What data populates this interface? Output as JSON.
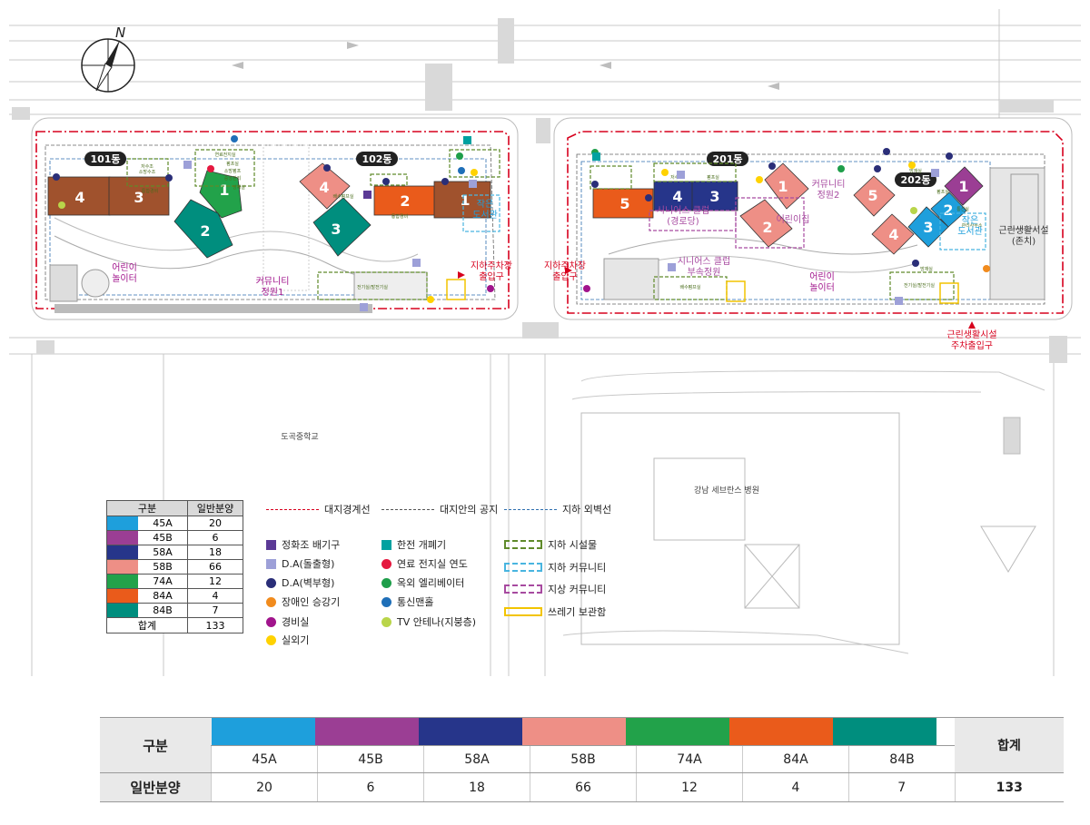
{
  "map": {
    "buildings": {
      "b101": "101동",
      "b102": "102동",
      "b201": "201동",
      "b202": "202동"
    },
    "unit_numbers": [
      "4",
      "3",
      "1",
      "2",
      "4",
      "3",
      "2",
      "1",
      "5",
      "4",
      "3",
      "1",
      "2",
      "5",
      "1",
      "2",
      "3",
      "4"
    ],
    "labels": {
      "playground1": "어린이\n놀이터",
      "community_garden1": "커뮤니티\n정원1",
      "parking_entrance1": "지하주차장\n출입구",
      "small_library1": "작은\n도서관",
      "parking_entrance2": "지하주차장\n출입구",
      "senior_club": "시니어스 클럽\n(경로당)",
      "senior_garden": "시니어스 클럽\n부속정원",
      "daycare": "어린이집",
      "community_garden2": "커뮤니티\n정원2",
      "small_library2": "작은\n도서관",
      "playground2": "어린이\n놀이터",
      "neighborhood_facility": "근린생활시설\n(존치)",
      "neighborhood_parking": "근린생활시설\n주차출입구",
      "school": "도곡중학교",
      "hospital": "강남 세브란스 병원",
      "compass": "N",
      "small_tags": [
        "저수조\n소방수조",
        "통합경비",
        "연료전지실",
        "펌프실",
        "소방펌프",
        "중앙관리",
        "방재실",
        "배수펌프실",
        "통합경비",
        "전기실/발전기실",
        "저수조",
        "펌프실",
        "방재실",
        "통신실",
        "펌프실",
        "관리사무소",
        "전기실/발전기실",
        "배수펌프실",
        "방재실"
      ]
    }
  },
  "legend_table": {
    "header": [
      "구분",
      "일반분양"
    ],
    "rows": [
      {
        "type": "45A",
        "count": "20",
        "color": "#1E9FDC"
      },
      {
        "type": "45B",
        "count": "6",
        "color": "#9B3E94"
      },
      {
        "type": "58A",
        "count": "18",
        "color": "#26358A"
      },
      {
        "type": "58B",
        "count": "66",
        "color": "#EE8F86"
      },
      {
        "type": "74A",
        "count": "12",
        "color": "#22A24A"
      },
      {
        "type": "84A",
        "count": "4",
        "color": "#EA5B1B"
      },
      {
        "type": "84B",
        "count": "7",
        "color": "#008E7E"
      }
    ],
    "total_label": "합계",
    "total": "133"
  },
  "legend_lines": [
    {
      "label": "대지경계선",
      "color": "#D7001D",
      "style": "dashdot"
    },
    {
      "label": "대지안의 공지",
      "color": "#555555",
      "style": "dashed"
    },
    {
      "label": "지하 외벽선",
      "color": "#2E6FB0",
      "style": "dashed"
    }
  ],
  "legend_symbols": [
    {
      "label": "정화조 배기구",
      "color": "#5B3A96",
      "shape": "square"
    },
    {
      "label": "D.A(돌출형)",
      "color": "#9DA0D8",
      "shape": "square"
    },
    {
      "label": "D.A(벽부형)",
      "color": "#2A2E78",
      "shape": "dot"
    },
    {
      "label": "장애인 승강기",
      "color": "#F18B1D",
      "shape": "dot"
    },
    {
      "label": "경비실",
      "color": "#A1148C",
      "shape": "dot"
    },
    {
      "label": "실외기",
      "color": "#FFD200",
      "shape": "dot"
    },
    {
      "label": "한전 개폐기",
      "color": "#00A1A0",
      "shape": "square"
    },
    {
      "label": "연료 전지실 연도",
      "color": "#E5183F",
      "shape": "dot"
    },
    {
      "label": "옥외 엘리베이터",
      "color": "#1E9E4A",
      "shape": "dot"
    },
    {
      "label": "통신맨홀",
      "color": "#1F6FB8",
      "shape": "dot"
    },
    {
      "label": "TV 안테나(지붕층)",
      "color": "#B9D54A",
      "shape": "dot"
    }
  ],
  "legend_boxes": [
    {
      "label": "지하 시설물",
      "color": "#5F8A2A"
    },
    {
      "label": "지하 커뮤니티",
      "color": "#49B5E0"
    },
    {
      "label": "지상 커뮤니티",
      "color": "#A74AA0"
    },
    {
      "label": "쓰레기 보관함",
      "color": "#F2C400"
    }
  ],
  "summary_table": {
    "header_label": "구분",
    "row_label": "일반분양",
    "total_label": "합계",
    "total": "133",
    "types": [
      {
        "type": "45A",
        "count": "20",
        "color": "#1E9FDC"
      },
      {
        "type": "45B",
        "count": "6",
        "color": "#9B3E94"
      },
      {
        "type": "58A",
        "count": "18",
        "color": "#26358A"
      },
      {
        "type": "58B",
        "count": "66",
        "color": "#EE8F86"
      },
      {
        "type": "74A",
        "count": "12",
        "color": "#22A24A"
      },
      {
        "type": "84A",
        "count": "4",
        "color": "#EA5B1B"
      },
      {
        "type": "84B",
        "count": "7",
        "color": "#008E7E"
      }
    ]
  }
}
